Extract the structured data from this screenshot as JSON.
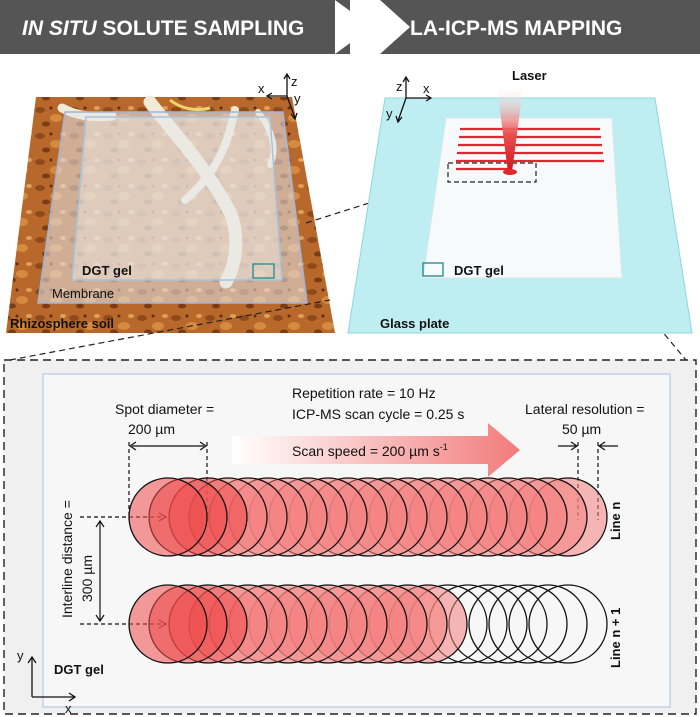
{
  "header": {
    "left_italic": "IN SITU",
    "left_rest": " SOLUTE SAMPLING",
    "right": "LA-ICP-MS MAPPING"
  },
  "left_panel": {
    "axis_x": "x",
    "axis_y": "y",
    "axis_z": "z",
    "dgt_label": "DGT gel",
    "membrane_label": "Membrane",
    "soil_label": "Rhizosphere soil"
  },
  "right_panel": {
    "axis_x": "x",
    "axis_y": "y",
    "axis_z": "z",
    "laser_label": "Laser",
    "dgt_label": "DGT gel",
    "plate_label": "Glass plate"
  },
  "detail": {
    "repetition_rate": "Repetition rate = 10 Hz",
    "scan_cycle": "ICP-MS scan cycle = 0.25 s",
    "scan_speed": "Scan speed = 200 µm s",
    "scan_speed_exp": "-1",
    "spot_diameter_label": "Spot diameter =",
    "spot_diameter_value": "200 µm",
    "lateral_res_label": "Lateral resolution =",
    "lateral_res_value": "50 µm",
    "interline_label": "Interline distance =",
    "interline_value": "300 µm",
    "line_n": "Line n",
    "line_n1": "Line n + 1",
    "dgt_label": "DGT gel",
    "axis_x": "x",
    "axis_y": "y"
  },
  "colors": {
    "header_bg": "#555555",
    "soil": "#b8682b",
    "glass": "#bfeef2",
    "laser": "#e0262e",
    "spot_fill": "#f26b6b"
  }
}
